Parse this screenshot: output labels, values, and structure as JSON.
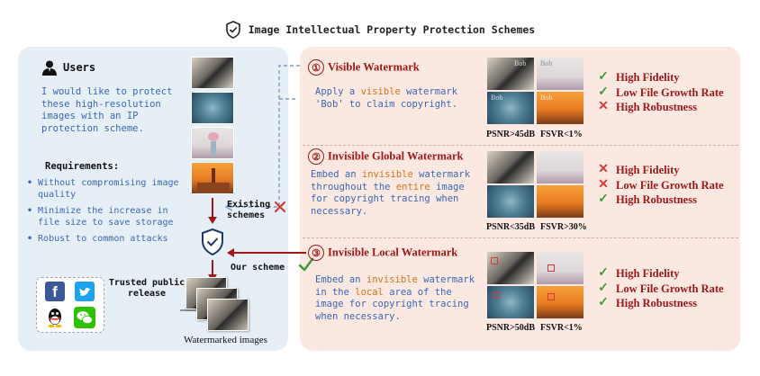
{
  "header": {
    "title": "Image Intellectual Property Protection Schemes"
  },
  "users": {
    "label": "Users",
    "quote": "I would like to protect these high-resolution images with an IP protection scheme.",
    "requirements_title": "Requirements:",
    "requirements": [
      "Without compromising image quality",
      "Minimize the increase in file size to save storage",
      "Robust to common attacks"
    ]
  },
  "flow": {
    "existing_label": "Existing schemes",
    "our_label": "Our scheme",
    "trusted_label": "Trusted public release",
    "watermarked_label": "Watermarked images"
  },
  "schemes": [
    {
      "number": "①",
      "title": "Visible Watermark",
      "desc_parts": [
        "Apply a ",
        "visible",
        " watermark 'Bob' to claim copyright."
      ],
      "metric_psnr": "PSNR>45dB",
      "metric_fsvr": "FSVR<1%",
      "thumb_text": "Bob",
      "properties": [
        {
          "label": "High Fidelity",
          "status": "ok"
        },
        {
          "label": "Low File Growth Rate",
          "status": "ok"
        },
        {
          "label": "High Robustness",
          "status": "bad"
        }
      ]
    },
    {
      "number": "②",
      "title": "Invisible Global Watermark",
      "desc_parts": [
        "Embed an ",
        "invisible",
        " watermark throughout the ",
        "entire",
        " image for copyright tracing when necessary."
      ],
      "metric_psnr": "PSNR<35dB",
      "metric_fsvr": "FSVR>30%",
      "properties": [
        {
          "label": "High Fidelity",
          "status": "bad"
        },
        {
          "label": "Low File Growth Rate",
          "status": "bad"
        },
        {
          "label": "High Robustness",
          "status": "ok"
        }
      ]
    },
    {
      "number": "③",
      "title": "Invisible Local Watermark",
      "desc_parts": [
        "Embed an ",
        "invisible",
        " watermark in the ",
        "local",
        " area of the image for copyright tracing when necessary."
      ],
      "metric_psnr": "PSNR>50dB",
      "metric_fsvr": "FSVR<1%",
      "properties": [
        {
          "label": "High Fidelity",
          "status": "ok"
        },
        {
          "label": "Low File Growth Rate",
          "status": "ok"
        },
        {
          "label": "High Robustness",
          "status": "ok"
        }
      ]
    }
  ],
  "colors": {
    "left_panel": "#e6eff6",
    "right_panel": "#fbe9e1",
    "accent_red": "#a01818",
    "text_blue": "#3a67b5",
    "highlight_orange": "#d5741b",
    "ok_green": "#3d9b3d",
    "bad_red": "#d33a3a"
  },
  "icons": {
    "header": "shield-check-icon",
    "user": "user-icon",
    "ok": "check-icon",
    "bad": "cross-icon",
    "platforms": [
      "facebook-icon",
      "twitter-icon",
      "qq-icon",
      "wechat-icon"
    ]
  }
}
